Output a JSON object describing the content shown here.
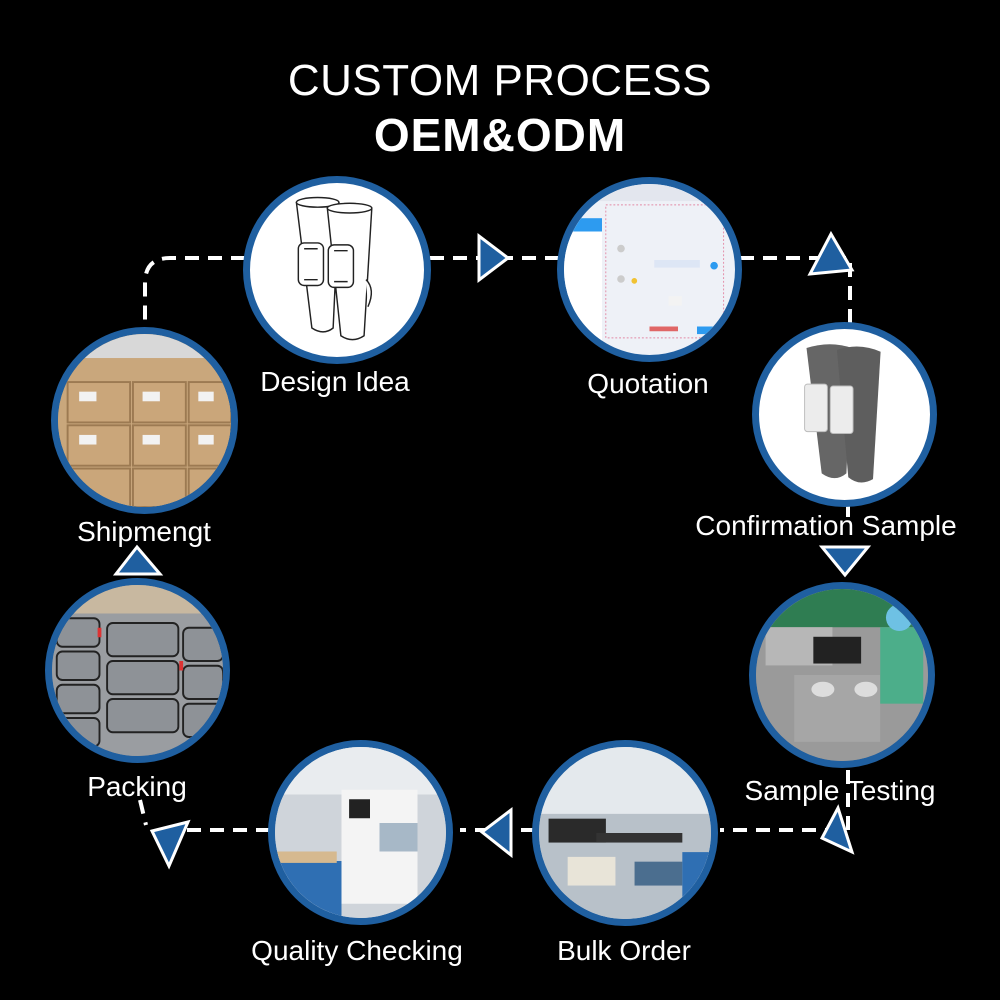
{
  "header": {
    "title": "CUSTOM PROCESS",
    "subtitle": "OEM&ODM"
  },
  "colors": {
    "background": "#000000",
    "accent_blue": "#1f5fa0",
    "text": "#ffffff",
    "path": "#ffffff"
  },
  "steps": [
    {
      "order": 1,
      "label": "Design Idea",
      "image": "sketch of leg compression sleeves with control units"
    },
    {
      "order": 2,
      "label": "Quotation",
      "image": "chat software screenshot"
    },
    {
      "order": 3,
      "label": "Confirmation Sample",
      "image": "grey leg sleeves with white control units"
    },
    {
      "order": 4,
      "label": "Sample Testing",
      "image": "worker assembling samples on workbench"
    },
    {
      "order": 5,
      "label": "Bulk Order",
      "image": "sewing factory floor"
    },
    {
      "order": 6,
      "label": "Quality Checking",
      "image": "pressing machine in factory"
    },
    {
      "order": 7,
      "label": "Packing",
      "image": "stacked grey zipper cases"
    },
    {
      "order": 8,
      "label": "Shipmengt",
      "image": "stacked cardboard shipping boxes"
    }
  ],
  "arrows": [
    {
      "name": "arrow-design-to-quotation",
      "direction": "right"
    },
    {
      "name": "arrow-quotation-to-confirmation",
      "direction": "up"
    },
    {
      "name": "arrow-confirmation-to-testing",
      "direction": "down"
    },
    {
      "name": "arrow-testing-to-bulk",
      "direction": "down-left"
    },
    {
      "name": "arrow-bulk-to-quality",
      "direction": "left"
    },
    {
      "name": "arrow-quality-to-packing",
      "direction": "down"
    },
    {
      "name": "arrow-packing-to-shipment",
      "direction": "up"
    }
  ]
}
